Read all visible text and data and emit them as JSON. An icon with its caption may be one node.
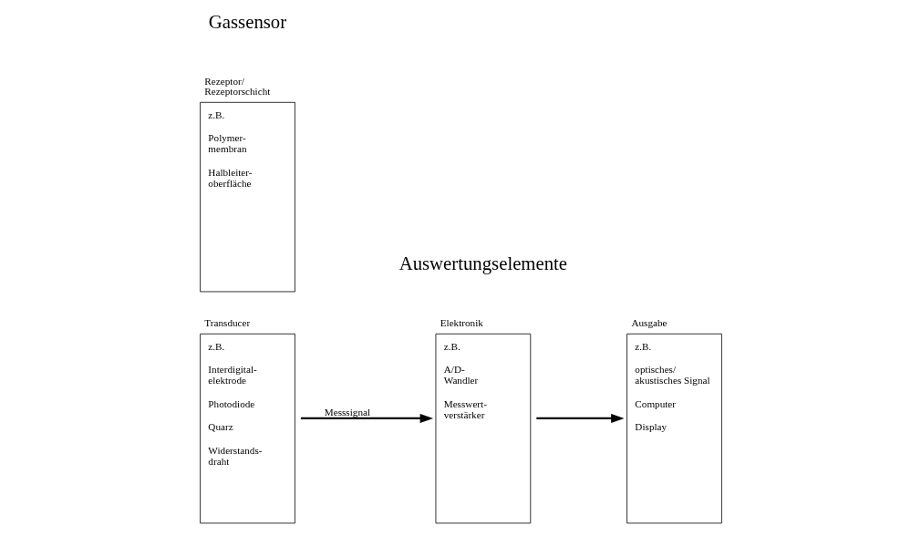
{
  "diagram": {
    "nodes": [
      {
        "text": [
          "Rezeptor/ Rezeptorschicht",
          "z.B.",
          "Polymer- membran",
          "Halbleiter- oberfläche"
        ]
      },
      {
        "text": [
          "Transducer",
          "z.B.",
          "Interdigital- elektrode",
          "Photodiode",
          "Quarz",
          "Widerstands- draht"
        ]
      },
      {
        "text": [
          "Elektronik",
          "z.B.",
          "A/D- Wandler",
          "Messwert- verstärker"
        ]
      },
      {
        "text": [
          "Ausgabe",
          "z.B.",
          "optisches/ akustisches Signal",
          "Computer",
          "Display"
        ]
      }
    ],
    "edges": [
      {
        "from": 1,
        "to": 2,
        "arrow": "to",
        "label": "Messsignal"
      },
      {
        "from": 2,
        "to": 3,
        "arrow": "to"
      }
    ],
    "labels": [
      "Gassensor",
      "Auswertungselemente"
    ]
  }
}
